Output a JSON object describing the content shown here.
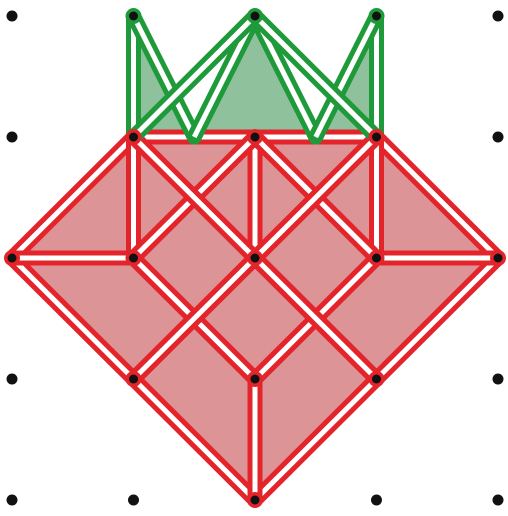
{
  "colors": {
    "background": "#ffffff",
    "dot": "#111111",
    "red_stroke": "#e3242b",
    "red_fill": "#dc9497",
    "green_stroke": "#1f9a3a",
    "green_fill": "#8fc29c",
    "tube_inner": "#ffffff"
  },
  "diagram": {
    "grid": {
      "columns": 5,
      "rows": 5
    },
    "crown_points": [
      [
        0.5,
        0
      ],
      [
        1,
        1
      ],
      [
        1.5,
        0
      ],
      [
        2,
        1
      ],
      [
        2.5,
        0
      ]
    ],
    "crown_fill_triangles": [
      [
        [
          0.5,
          0
        ],
        [
          0.5,
          1
        ],
        [
          1,
          1
        ]
      ],
      [
        [
          1,
          1
        ],
        [
          1.5,
          0
        ],
        [
          2,
          1
        ]
      ],
      [
        [
          2,
          1
        ],
        [
          2.5,
          0
        ],
        [
          2.5,
          1
        ]
      ]
    ],
    "crown_sticks": [
      [
        [
          0.5,
          0
        ],
        [
          0.5,
          1
        ]
      ],
      [
        [
          2.5,
          0
        ],
        [
          2.5,
          1
        ]
      ],
      [
        [
          0.5,
          0
        ],
        [
          1,
          1
        ]
      ],
      [
        [
          1.5,
          0
        ],
        [
          1,
          1
        ]
      ],
      [
        [
          1.5,
          0
        ],
        [
          2,
          1
        ]
      ],
      [
        [
          2.5,
          0
        ],
        [
          2,
          1
        ]
      ],
      [
        [
          0.5,
          1
        ],
        [
          1.5,
          0
        ]
      ],
      [
        [
          2.5,
          1
        ],
        [
          1.5,
          0
        ]
      ]
    ],
    "fruit_outline": [
      [
        0.5,
        1
      ],
      [
        2.5,
        1
      ],
      [
        3.5,
        2
      ],
      [
        1.5,
        4
      ],
      [
        -0.5,
        2
      ]
    ],
    "fruit_sticks": [
      [
        [
          0.5,
          1
        ],
        [
          1.5,
          1
        ]
      ],
      [
        [
          1.5,
          1
        ],
        [
          2.5,
          1
        ]
      ],
      [
        [
          -0.5,
          2
        ],
        [
          0.5,
          1
        ]
      ],
      [
        [
          2.5,
          1
        ],
        [
          3.5,
          2
        ]
      ],
      [
        [
          -0.5,
          2
        ],
        [
          1.5,
          4
        ]
      ],
      [
        [
          3.5,
          2
        ],
        [
          1.5,
          4
        ]
      ],
      [
        [
          0.5,
          1
        ],
        [
          0.5,
          2
        ]
      ],
      [
        [
          1.5,
          1
        ],
        [
          1.5,
          2
        ]
      ],
      [
        [
          2.5,
          1
        ],
        [
          2.5,
          2
        ]
      ],
      [
        [
          -0.5,
          2
        ],
        [
          0.5,
          2
        ]
      ],
      [
        [
          2.5,
          2
        ],
        [
          3.5,
          2
        ]
      ],
      [
        [
          1.5,
          3
        ],
        [
          1.5,
          4
        ]
      ],
      [
        [
          0.5,
          2
        ],
        [
          1.5,
          1
        ]
      ],
      [
        [
          1.5,
          1
        ],
        [
          2.5,
          2
        ]
      ],
      [
        [
          0.5,
          2
        ],
        [
          1.5,
          3
        ]
      ],
      [
        [
          2.5,
          2
        ],
        [
          1.5,
          3
        ]
      ],
      [
        [
          0.5,
          3
        ],
        [
          1.5,
          2
        ]
      ],
      [
        [
          1.5,
          2
        ],
        [
          2.5,
          3
        ]
      ],
      [
        [
          0.5,
          1
        ],
        [
          2.5,
          3
        ]
      ],
      [
        [
          2.5,
          1
        ],
        [
          0.5,
          3
        ]
      ]
    ],
    "fruit_nodes": [
      [
        1.5,
        1
      ],
      [
        0.5,
        2
      ],
      [
        1.5,
        2
      ],
      [
        2.5,
        2
      ],
      [
        0.5,
        3
      ],
      [
        1.5,
        3
      ],
      [
        2.5,
        3
      ],
      [
        1.5,
        4
      ],
      [
        -0.5,
        2
      ],
      [
        3.5,
        2
      ],
      [
        0.5,
        1
      ],
      [
        2.5,
        1
      ]
    ],
    "crown_nodes": [
      [
        0.5,
        0
      ],
      [
        1.5,
        0
      ],
      [
        2.5,
        0
      ]
    ]
  }
}
